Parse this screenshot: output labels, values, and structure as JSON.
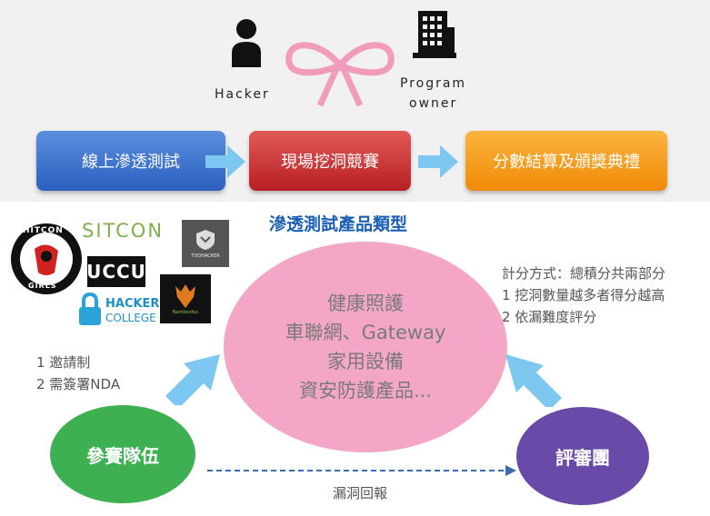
{
  "roles": {
    "hacker": "Hacker",
    "program_owner_1": "Program",
    "program_owner_2": "owner"
  },
  "stages": [
    "線上滲透測試",
    "現場挖洞競賽",
    "分數結算及頒獎典禮"
  ],
  "product_types_title": "滲透測試產品類型",
  "product_types": [
    "健康照護",
    "車聯網、Gateway",
    "家用設備",
    "資安防護產品..."
  ],
  "scoring": {
    "title": "計分方式：總積分共兩部分",
    "items": [
      "1 挖洞數量越多者得分越高",
      "2 依漏難度評分"
    ]
  },
  "team_rules": [
    "1 邀請制",
    "2 需簽署NDA"
  ],
  "team_label": "參賽隊伍",
  "judge_label": "評審團",
  "report_label": "漏洞回報",
  "logos": {
    "hitcon_top": "HITCON",
    "hitcon_bottom": "GIRLS",
    "sitcon": "SITCON",
    "uccu": "UCCU",
    "toohacker": "TOOHACKER",
    "hacker_college_1": "HACKER",
    "hacker_college_2": "COLLEGE",
    "bamboofox": "Bamboofox"
  },
  "colors": {
    "blue": "#2a5fbf",
    "red": "#b81f22",
    "orange": "#f08a05",
    "pink": "#f3a6c5",
    "green": "#3db052",
    "purple": "#6a4aa8",
    "arrow": "#7dc8f0"
  }
}
